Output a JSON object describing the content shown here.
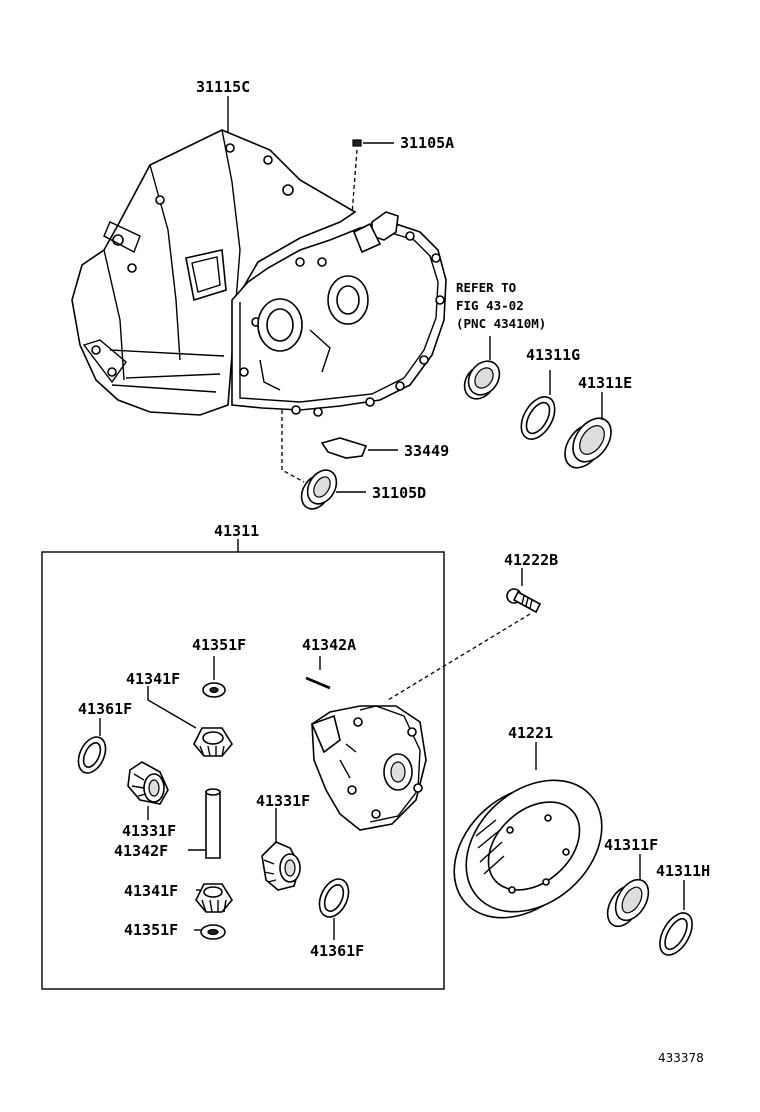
{
  "labels": {
    "housing": "31115C",
    "plug": "31105A",
    "refer_line1": "REFER TO",
    "refer_line2": "FIG 43-02",
    "refer_line3": "(PNC 43410M)",
    "shim_upper": "41311G",
    "bearing_upper": "41311E",
    "plate": "33449",
    "seal": "31105D",
    "diff_assy": "41311",
    "bolt": "41222B",
    "washer_top": "41351F",
    "pin": "41342A",
    "pinion_top": "41341F",
    "side_washer_left": "41361F",
    "side_gear_left": "41331F",
    "shaft": "41342F",
    "side_gear_right": "41331F",
    "pinion_bottom": "41341F",
    "washer_bottom": "41351F",
    "side_washer_right": "41361F",
    "ring_gear": "41221",
    "bearing_lower": "41311F",
    "shim_lower": "41311H"
  },
  "figure_number": "433378"
}
